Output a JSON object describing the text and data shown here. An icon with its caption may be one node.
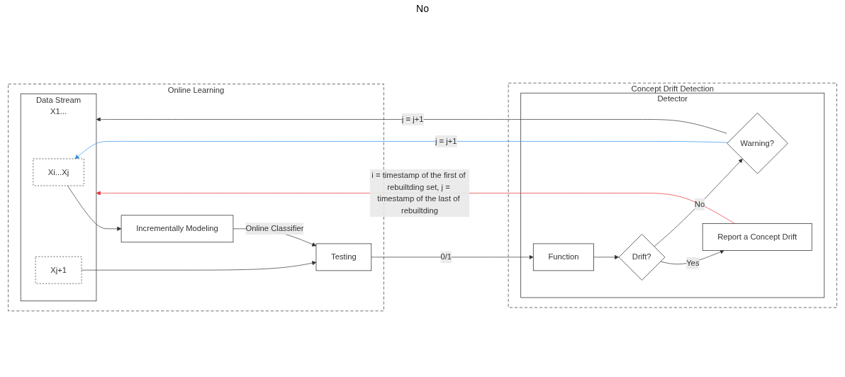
{
  "diagram": {
    "nodes": [
      {
        "text": [
          "Online Learning"
        ]
      },
      {
        "text": [
          "Data Stream",
          "X1..."
        ],
        "in": 0
      },
      {
        "text": [
          "Xi...Xj"
        ],
        "in": 1
      },
      {
        "text": [
          "Xj+1"
        ],
        "in": 1
      },
      {
        "text": [
          "Incrementally Modeling"
        ],
        "in": 0
      },
      {
        "text": [
          "Testing"
        ],
        "in": 0
      },
      {
        "text": [
          "Concept Drift Detection"
        ]
      },
      {
        "text": [
          "Detector"
        ],
        "in": 6
      },
      {
        "text": [
          "Function"
        ],
        "in": 7
      },
      {
        "text": [
          "Drift?"
        ],
        "in": 7
      },
      {
        "text": [
          "Report a Concept Drift"
        ],
        "in": 7
      },
      {
        "text": [
          "Warning?"
        ],
        "in": 7
      }
    ],
    "edges": [
      {
        "from": 2,
        "to": 4,
        "arrow": "to"
      },
      {
        "from": 4,
        "to": 5,
        "arrow": "to",
        "label": "Online Classifier"
      },
      {
        "from": 3,
        "to": 5,
        "arrow": "to"
      },
      {
        "from": 5,
        "to": 8,
        "arrow": "to",
        "label": "0/1"
      },
      {
        "from": 8,
        "to": 9,
        "arrow": "to"
      },
      {
        "from": 9,
        "to": 10,
        "arrow": "to",
        "label": "Yes"
      },
      {
        "from": 9,
        "to": 11,
        "arrow": "to",
        "label": "No"
      },
      {
        "from": 11,
        "to": 2,
        "arrow": "to",
        "label": "j = j+1",
        "color": "#2f8fe8"
      },
      {
        "from": 11,
        "to": 1,
        "arrow": "to",
        "label": "j = j+1"
      },
      {
        "from": 10,
        "to": 1,
        "arrow": "to",
        "label": "i = timestamp of the first of rebuiltding set, j = timestamp of the last of rebuiltding",
        "color": "#e83030"
      }
    ],
    "labels": [
      "No"
    ]
  }
}
